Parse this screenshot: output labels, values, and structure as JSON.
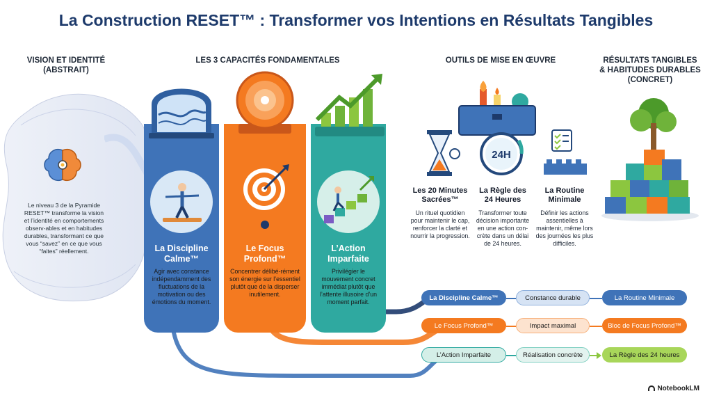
{
  "title": "La Construction RESET™ : Transformer vos Intentions en Résultats Tangibles",
  "sections": {
    "vision": "VISION ET IDENTITÉ",
    "vision_sub": "(ABSTRAIT)",
    "capacities": "LES 3 CAPACITÉS FONDAMENTALES",
    "tools": "OUTILS DE MISE EN ŒUVRE",
    "results_1": "RÉSULTATS TANGIBLES",
    "results_2": "& HABITUDES DURABLES",
    "results_3": "(CONCRET)"
  },
  "vision_blurb": "Le niveau 3 de la Pyramide RESET™ transforme la vision et l’identité en comportements observ-ables et en habitudes durables, transformant ce que vous “savez” en ce que vous “faites” réellement.",
  "pillars": [
    {
      "title_1": "La Discipline",
      "title_2": "Calme™",
      "desc": "Agir avec constance indépendamment des fluctuations de la motivation ou des émotions du moment.",
      "color": "#3f73b8"
    },
    {
      "title_1": "Le Focus",
      "title_2": "Profond™",
      "desc": "Concentrer délibé-rément son énergie sur l’essentiel plutôt que de la disperser inutilement.",
      "color": "#f47a20"
    },
    {
      "title_1": "L’Action",
      "title_2": "Imparfaite",
      "desc": "Privilégier le mouvement concret immédiat plutôt que l’attente illusoire d’un moment parfait.",
      "color": "#2fa9a0"
    }
  ],
  "tools": [
    {
      "title_1": "Les 20 Minutes",
      "title_2": "Sacrées™",
      "desc": "Un rituel quotidien pour maintenir le cap, renforcer la clarté et nourrir la progression."
    },
    {
      "title_1": "La Règle des",
      "title_2": "24 Heures",
      "desc": "Transformer toute décision importante en une action con-crète dans un délai de 24 heures."
    },
    {
      "title_1": "La Routine",
      "title_2": "Minimale",
      "desc": "Définir les actions assentielles à maintenir, même lors des journées les plus difficiles."
    }
  ],
  "clock_label": "24H",
  "flows": [
    {
      "capacity": "La Discipline Calme™",
      "outcome": "Constance durable",
      "tool": "La Routine Minimale"
    },
    {
      "capacity": "Le Focus Profond™",
      "outcome": "Impact maximal",
      "tool": "Bloc de Focus Profond™"
    },
    {
      "capacity": "L’Action Imparfaite",
      "outcome": "Réalisation concrète",
      "tool": "La Règle des 24 heures"
    }
  ],
  "footer": "NotebookLM",
  "colors": {
    "blue": "#3f73b8",
    "orange": "#f47a20",
    "teal": "#2fa9a0",
    "green": "#8cc63f",
    "navy": "#1d3a6b"
  }
}
